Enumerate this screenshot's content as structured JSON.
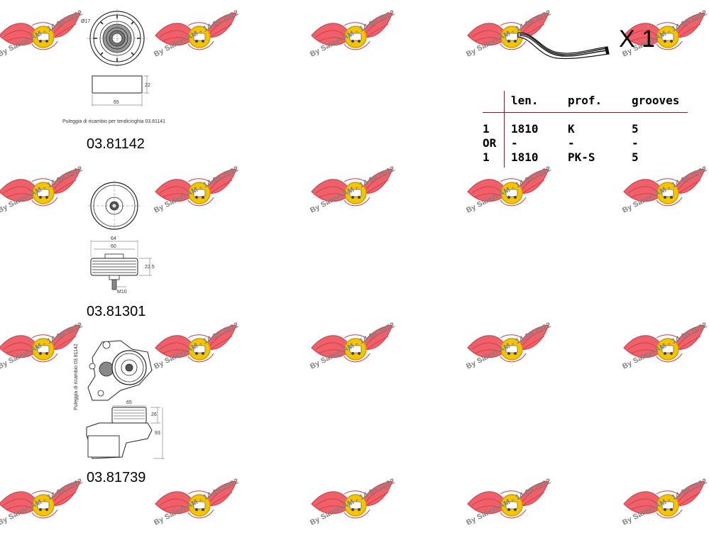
{
  "watermark": {
    "text": "By Salevi AM - 14.09.2022",
    "badge_top": "LINCOL",
    "badge_bottom": "SERVICE",
    "colors": {
      "wings": "#f0606a",
      "badge": "#f5c400",
      "text": "#7f7f7f"
    }
  },
  "parts": [
    {
      "code": "03.81142",
      "caption": "Puleggia di ricambio per tendicinghia 03.81141",
      "dims": {
        "diameter": "Ø17",
        "height": "22",
        "width": "65"
      }
    },
    {
      "code": "03.81301",
      "dims": {
        "outer": "64",
        "inner": "60",
        "height": "22.5",
        "bolt": "M10"
      }
    },
    {
      "code": "03.81739",
      "caption": "Puleggia di ricambio 03.81142",
      "dims": {
        "width": "65",
        "top": "26",
        "height": "93"
      }
    }
  ],
  "belt": {
    "quantity": "X 1",
    "headers": {
      "len": "len.",
      "prof": "prof.",
      "grooves": "grooves"
    },
    "rows": [
      {
        "qty": "1",
        "len": "1810",
        "prof": "K",
        "grooves": "5"
      },
      {
        "qty": "OR",
        "len": "-",
        "prof": "-",
        "grooves": "-"
      },
      {
        "qty": "1",
        "len": "1810",
        "prof": "PK-S",
        "grooves": "5"
      }
    ],
    "line_color": "#8a1c2a"
  }
}
